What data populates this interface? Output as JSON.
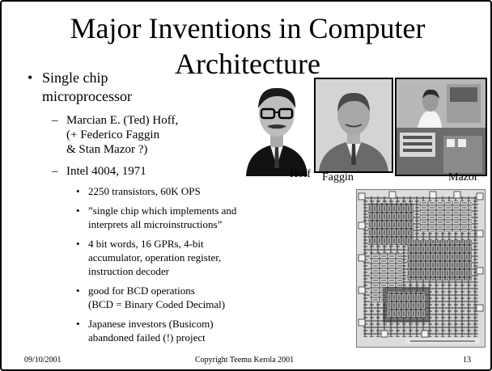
{
  "slide": {
    "title_line1": "Major Inventions in Computer",
    "title_line2": "Architecture",
    "bullets": {
      "b1_line1": "Single chip",
      "b1_line2": "microprocessor",
      "s1_line1": "Marcian E. (Ted) Hoff,",
      "s1_line2": "(+ Federico Faggin",
      "s1_line3": "& Stan Mazor  ?)",
      "s2": "Intel 4004, 1971",
      "t1": "2250 transistors, 60K OPS",
      "t2_line1": "”single chip which implements and",
      "t2_line2": "interprets all microinstructions”",
      "t3_line1": "4 bit words, 16 GPRs, 4-bit",
      "t3_line2": "accumulator, operation register,",
      "t3_line3": "instruction decoder",
      "t4_line1": "good for BCD operations",
      "t4_line2": "(BCD = Binary Coded Decimal)",
      "t5_line1": "Japanese investors (Busicom)",
      "t5_line2": "abandoned failed (!) project"
    },
    "markers": {
      "bullet": "•",
      "dash": "–"
    },
    "captions": {
      "hoff": "Hoff",
      "faggin": "Faggin",
      "mazor": "Mazor"
    },
    "footer": {
      "date": "09/10/2001",
      "copyright": "Copyright Teemu Kerola 2001",
      "page": "13"
    }
  }
}
